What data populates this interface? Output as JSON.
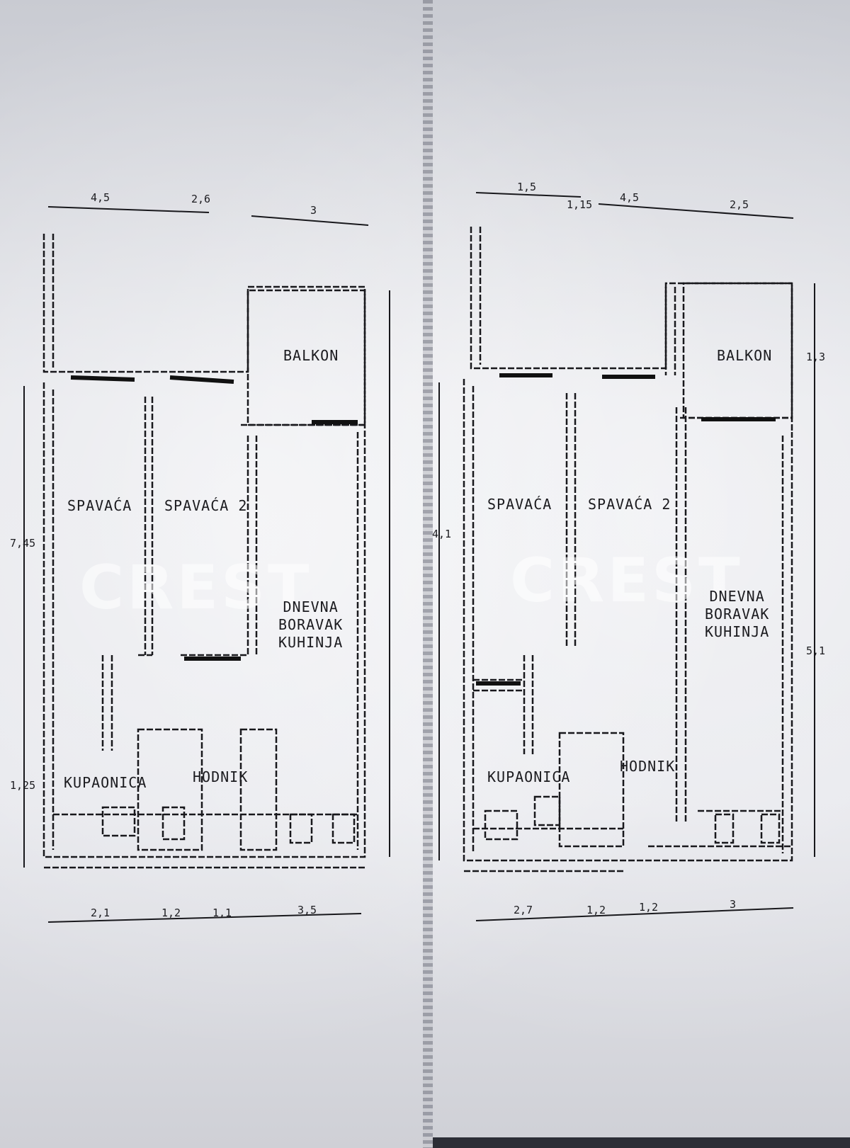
{
  "left_plan": {
    "top_dims": [
      "4,5",
      "2,6"
    ],
    "top_dim_right": "3",
    "left_dims": [
      "7,45",
      "1,25"
    ],
    "bottom_dims": [
      "2,1",
      "1,2",
      "1,1",
      "3,5"
    ],
    "rooms": {
      "room_top_right": "BALKON",
      "bedroom_1": "SPAVAĆA",
      "bedroom_2": "SPAVAĆA 2",
      "living": "DNEVNA\nBORAVAK\nKUHINJA",
      "hall": "HODNIK",
      "bath": "KUPAONICA"
    }
  },
  "right_plan": {
    "top_dims": [
      "1,5",
      "1,15",
      "4,5",
      "2,5"
    ],
    "right_dims": [
      "1,3",
      "5,1"
    ],
    "left_dims": [
      "4,1"
    ],
    "bottom_dims": [
      "2,7",
      "1,2",
      "1,2",
      "3"
    ],
    "rooms": {
      "room_top_right": "BALKON",
      "bedroom_1": "SPAVAĆA",
      "bedroom_2": "SPAVAĆA 2",
      "living": "DNEVNA\nBORAVAK\nKUHINJA",
      "bath": "KUPAONICA",
      "hall": "HODNIK"
    }
  },
  "watermark": "CREST"
}
